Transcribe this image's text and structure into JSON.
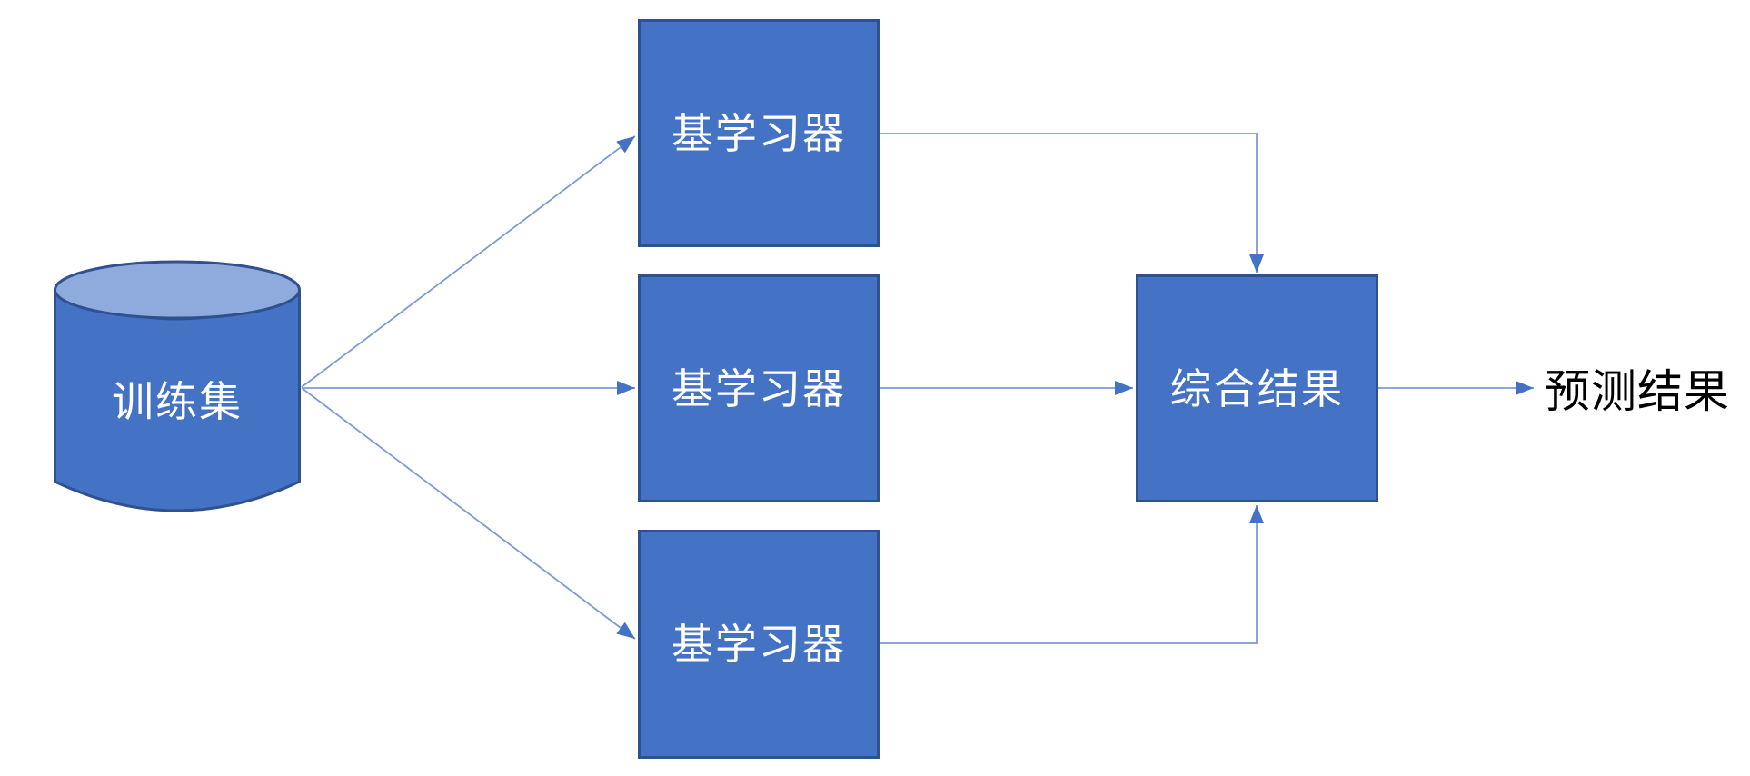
{
  "diagram": {
    "title": "",
    "type": "flowchart",
    "nodes": [
      {
        "id": "training-set",
        "shape": "cylinder",
        "label": "训练集"
      },
      {
        "id": "base-learner-1",
        "shape": "rect",
        "label": "基学习器"
      },
      {
        "id": "base-learner-2",
        "shape": "rect",
        "label": "基学习器"
      },
      {
        "id": "base-learner-3",
        "shape": "rect",
        "label": "基学习器"
      },
      {
        "id": "aggregate",
        "shape": "rect",
        "label": "综合结果"
      },
      {
        "id": "prediction",
        "shape": "text",
        "label": "预测结果"
      }
    ],
    "edges": [
      {
        "from": "training-set",
        "to": "base-learner-1",
        "style": "straight-arrow"
      },
      {
        "from": "training-set",
        "to": "base-learner-2",
        "style": "straight-arrow"
      },
      {
        "from": "training-set",
        "to": "base-learner-3",
        "style": "straight-arrow"
      },
      {
        "from": "base-learner-1",
        "to": "aggregate",
        "style": "elbow-arrow-into-top"
      },
      {
        "from": "base-learner-2",
        "to": "aggregate",
        "style": "straight-arrow-into-left"
      },
      {
        "from": "base-learner-3",
        "to": "aggregate",
        "style": "elbow-arrow-into-bottom"
      },
      {
        "from": "aggregate",
        "to": "prediction",
        "style": "straight-arrow"
      }
    ]
  },
  "colors": {
    "canvas_bg": "#ffffff",
    "node_fill": "#4472c4",
    "node_stroke": "#2f528f",
    "cylinder_top_fill": "#8faadc",
    "connector": "#7e9ad4",
    "arrowhead": "#4472c4",
    "node_text": "#ffffff",
    "prediction_text": "#000000"
  }
}
